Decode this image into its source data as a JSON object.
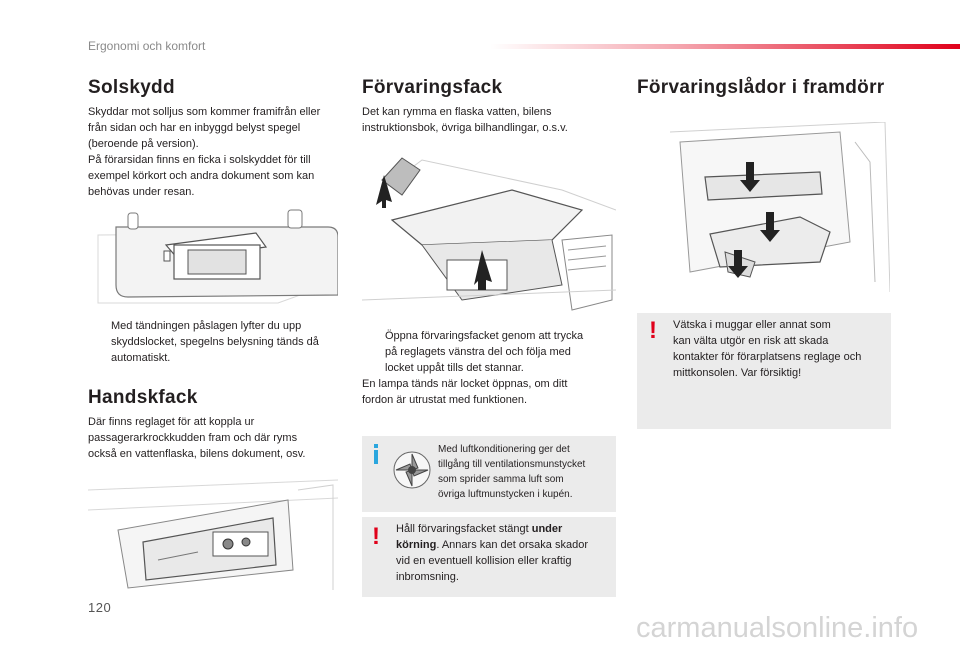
{
  "header": {
    "section": "Ergonomi och komfort",
    "page_number": "120"
  },
  "watermark": "carmanualsonline.info",
  "col1": {
    "sunvisor_title": "Solskydd",
    "sunvisor_text": [
      "Skyddar mot solljus som kommer framifrån eller",
      "från sidan och har en inbyggd belyst spegel",
      "(beroende på version).",
      "På förarsidan finns en ficka i solskyddet för till",
      "exempel körkort och andra dokument som kan",
      "behövas under resan."
    ],
    "sunvisor_bullet_marker": "",
    "sunvisor_bullet": [
      "Med tändningen påslagen lyfter du upp",
      "skyddslocket, spegelns belysning tänds då",
      "automatiskt."
    ],
    "glovebox_title": "Handskfack",
    "glovebox_text": [
      "Där finns reglaget för att koppla ur",
      "passagerarkrockkudden fram och där ryms",
      "också en vattenflaska, bilens dokument, osv."
    ]
  },
  "col2": {
    "title": "Förvaringsfack",
    "text": [
      "Det kan rymma en flaska vatten, bilens",
      "instruktionsbok, övriga bilhandlingar, o.s.v."
    ],
    "bullet_marker": "",
    "bullet": [
      "Öppna förvaringsfacket genom att trycka",
      "på reglagets vänstra del och följa med",
      "locket uppåt tills det stannar."
    ],
    "after": [
      "En lampa tänds när locket öppnas, om ditt",
      "fordon är utrustat med funktionen."
    ],
    "info_box": [
      "Med luftkonditionering ger det",
      "tillgång till ventilationsmunstycket",
      "som sprider samma luft som",
      "övriga luftmunstycken i kupén."
    ],
    "warn_mark": "!",
    "warn_box": {
      "l1_pre": "Håll förvaringsfacket stängt ",
      "l1_bold": "under",
      "l2_bold": "körning",
      "l2_post": ". Annars kan det orsaka skador",
      "l3": "vid en eventuell kollision eller kraftig",
      "l4": "inbromsning."
    }
  },
  "col3": {
    "title": "Förvaringslådor i framdörr",
    "warn_mark": "!",
    "warn_box": [
      "Vätska i muggar eller annat som",
      "kan välta utgör en risk att skada",
      "kontakter för förarplatsens reglage och",
      "mittkonsolen. Var försiktig!"
    ]
  },
  "colors": {
    "accent_red": "#e0001a",
    "info_blue": "#2aa6de",
    "box_gray": "#ebebeb"
  }
}
